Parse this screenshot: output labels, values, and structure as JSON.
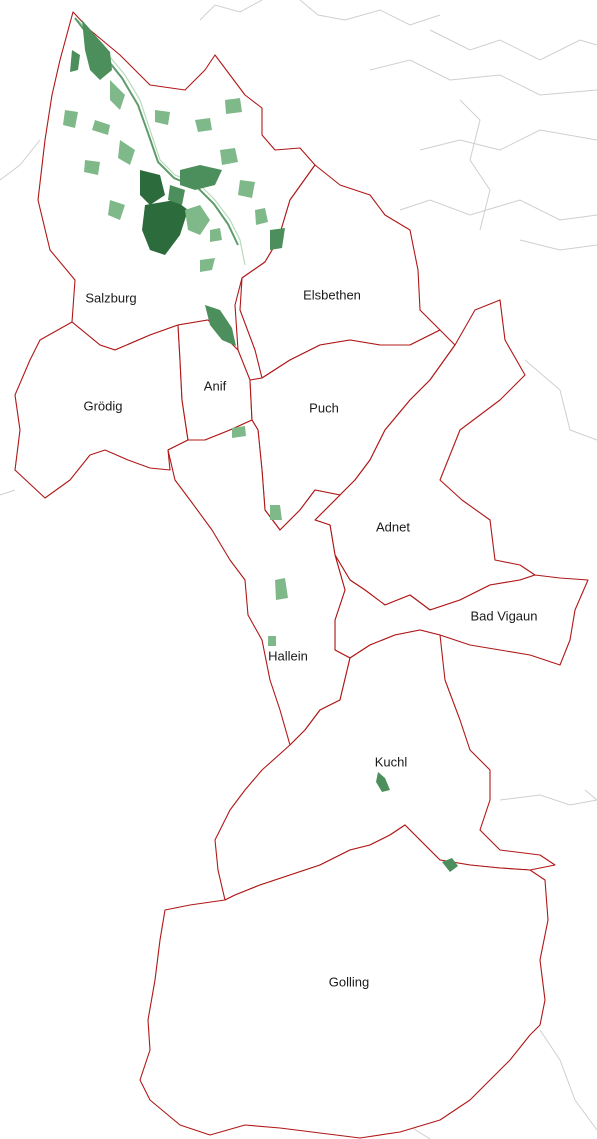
{
  "map": {
    "municipalities": [
      {
        "id": "salzburg",
        "label": "Salzburg"
      },
      {
        "id": "elsbethen",
        "label": "Elsbethen"
      },
      {
        "id": "groedig",
        "label": "Grödig"
      },
      {
        "id": "anif",
        "label": "Anif"
      },
      {
        "id": "puch",
        "label": "Puch"
      },
      {
        "id": "adnet",
        "label": "Adnet"
      },
      {
        "id": "bad-vigaun",
        "label": "Bad Vigaun"
      },
      {
        "id": "hallein",
        "label": "Hallein"
      },
      {
        "id": "kuchl",
        "label": "Kuchl"
      },
      {
        "id": "golling",
        "label": "Golling"
      }
    ],
    "colors": {
      "boundary": "#b01818",
      "neighbor_boundary": "#cfcfcf",
      "green_light": "#7fb98a",
      "green_mid": "#4d8f5c",
      "green_dark": "#2c6b3c"
    }
  }
}
